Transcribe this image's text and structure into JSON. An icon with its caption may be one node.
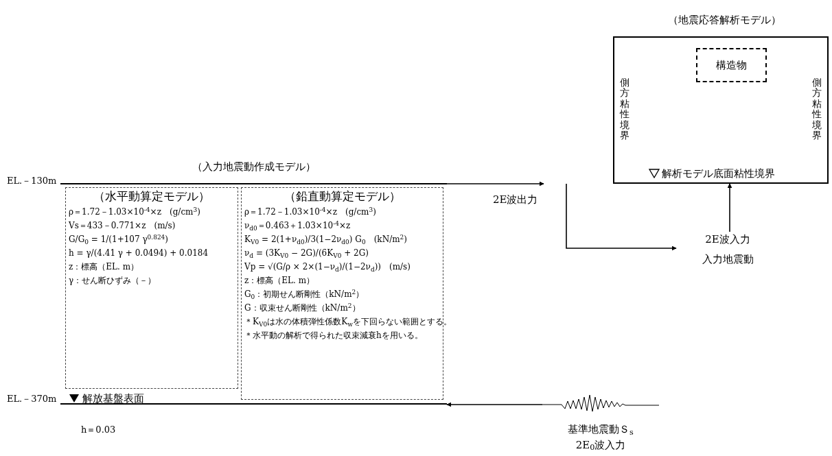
{
  "diagram": {
    "nodes": [
      {
        "text": [
          "（入力地震動作成モデル）"
        ]
      },
      {
        "text": [
          "（水平動算定モデル）",
          "ρ＝1.72－1.03×10$^{-4}$×z　(g/cm$^{3}$)",
          "Vs＝433－0.771×z　(m/s)",
          "G/G$_{0}$ = 1/(1+107 γ$^{0.824}$)",
          "h = γ/(4.41 γ + 0.0494) + 0.0184",
          "z：標高（EL. m）",
          "γ：せん断ひずみ（－）"
        ],
        "in": 0
      },
      {
        "text": [
          "（鉛直動算定モデル）",
          "ρ＝1.72－1.03×10$^{-4}$×z　(g/cm$^{3}$)",
          "ν$_{d0}$＝0.463＋1.03×10$^{-4}$×z",
          "K$_{V0}$ = 2(1+ν$_{d0}$)/3(1−2ν$_{d0}$) G$_{0}$　(kN/m$^{2}$)",
          "ν$_{d}$ = (3K$_{V0}$ − 2G)/(6K$_{V0}$ + 2G)",
          "Vp = √(G/ρ × 2×(1−ν$_{d}$)/(1−2ν$_{d}$))　(m/s)",
          "z：標高（EL. m）",
          "G$_{0}$：初期せん断剛性（kN/m$^{2}$）",
          "G：収束せん断剛性（kN/m$^{2}$）",
          "＊K$_{V0}$は水の体積弾性係数K$_{w}$を下回らない範囲とする。",
          "＊水平動の解析で得られた収束減衰hを用いる。"
        ],
        "in": 0
      },
      {
        "text": [
          "（地震応答解析モデル）"
        ]
      },
      {
        "text": [
          "2E波入力",
          "入力地震動"
        ]
      },
      {
        "text": [
          "側方粘性境界",
          "側方粘性境界",
          "解析モデル底面粘性境界"
        ]
      },
      {
        "text": [
          "構造物"
        ],
        "in": 5
      },
      {
        "text": [
          "基準地震動Ｓ$_{s}$",
          "2E$_{0}$波入力"
        ]
      }
    ],
    "edges": [
      {
        "from": 0,
        "to": null,
        "arrow": "to",
        "label": "2E波出力"
      },
      {
        "from": null,
        "to": 4,
        "arrow": "to"
      },
      {
        "from": 4,
        "to": 5,
        "arrow": "to"
      },
      {
        "from": 7,
        "to": 0,
        "arrow": "to"
      }
    ],
    "labels": [
      "EL.－130m",
      "EL.－370m",
      "解放基盤表面",
      "h＝0.03"
    ]
  }
}
